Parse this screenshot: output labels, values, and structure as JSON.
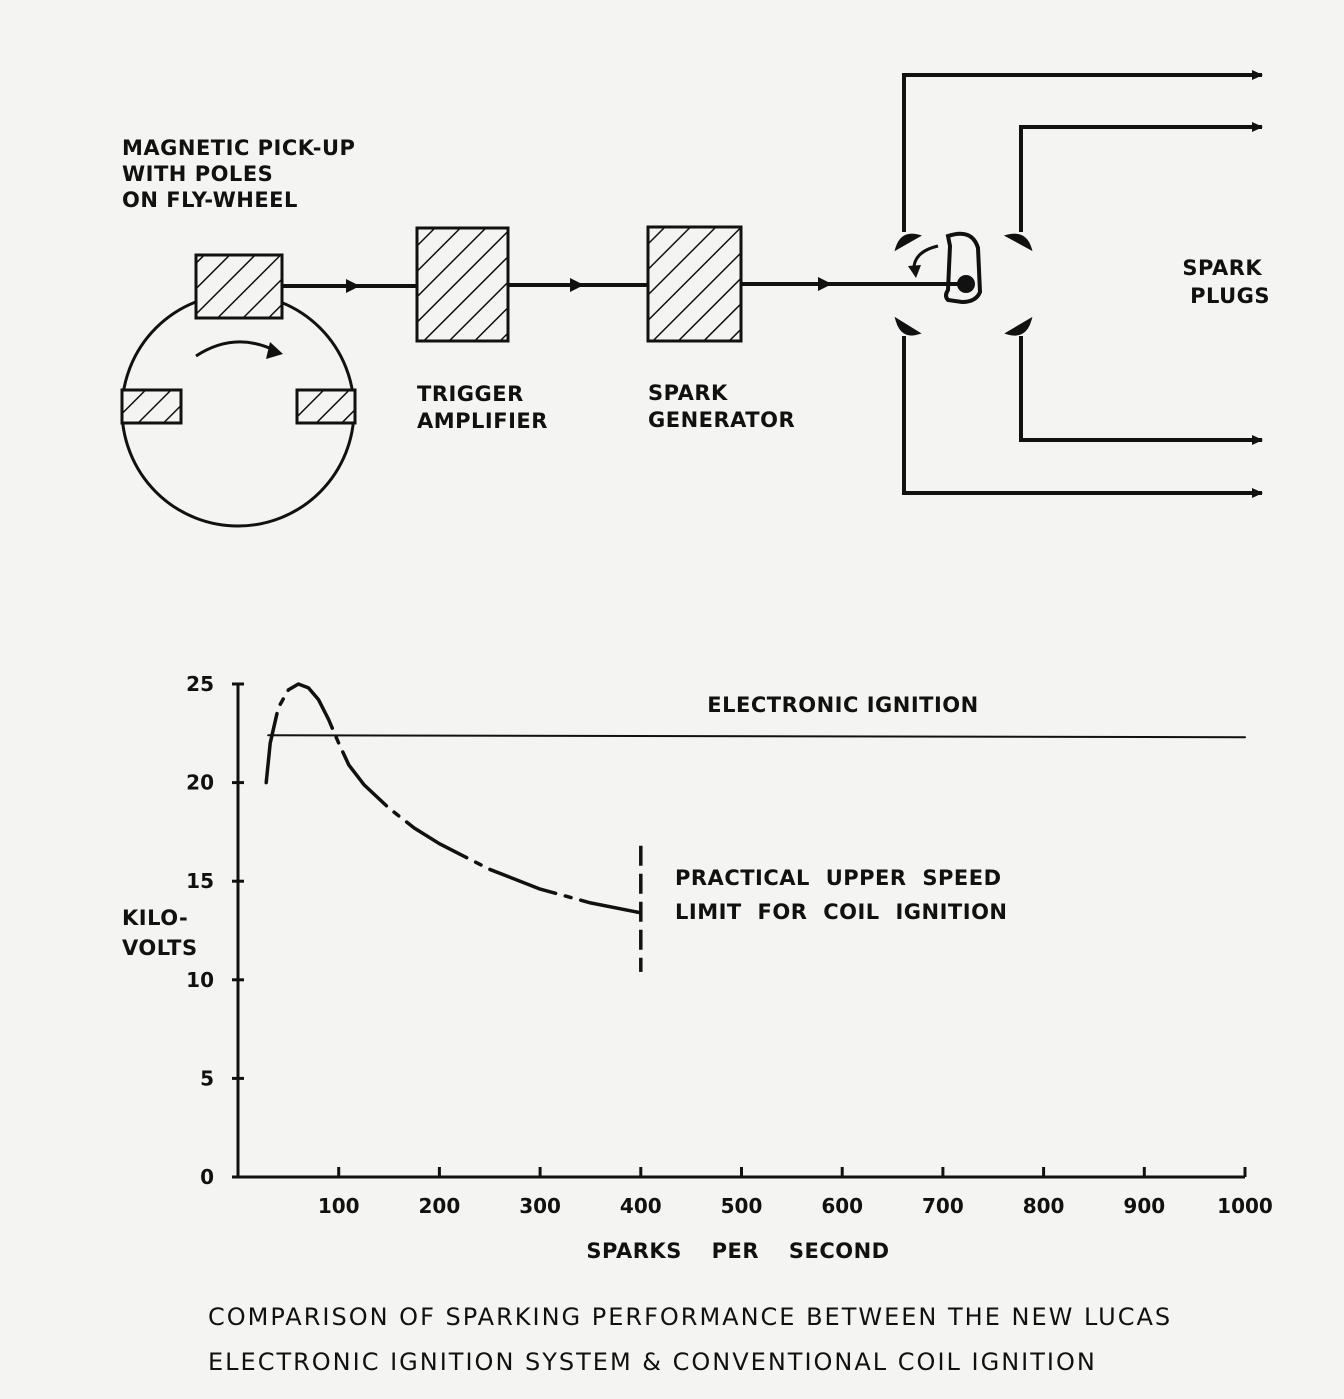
{
  "diagram": {
    "pickup_label": [
      "MAGNETIC PICK-UP",
      "WITH POLES",
      "ON FLY-WHEEL"
    ],
    "trigger_label": [
      "TRIGGER",
      "AMPLIFIER"
    ],
    "generator_label": [
      "SPARK",
      "GENERATOR"
    ],
    "plugs_label": [
      "SPARK",
      "PLUGS"
    ],
    "line_color": "#111111"
  },
  "chart_data": {
    "type": "line",
    "ylabel": [
      "KILO-",
      "VOLTS"
    ],
    "xlabel": "SPARKS PER SECOND",
    "xlim": [
      0,
      1000
    ],
    "ylim": [
      0,
      25
    ],
    "x_ticks": [
      100,
      200,
      300,
      400,
      500,
      600,
      700,
      800,
      900,
      1000
    ],
    "y_ticks": [
      0,
      5,
      10,
      15,
      20,
      25
    ],
    "series": [
      {
        "name": "ELECTRONIC IGNITION",
        "style": "solid",
        "x": [
          30,
          1000
        ],
        "y": [
          22.4,
          22.3
        ]
      },
      {
        "name": "",
        "style": "dash-dot",
        "x": [
          28,
          32,
          40,
          50,
          60,
          70,
          80,
          90,
          100,
          110,
          125,
          150,
          175,
          200,
          250,
          300,
          350,
          400
        ],
        "y": [
          20.0,
          22.0,
          23.8,
          24.7,
          25.0,
          24.8,
          24.2,
          23.2,
          22.0,
          20.9,
          19.9,
          18.7,
          17.7,
          16.9,
          15.6,
          14.6,
          13.9,
          13.4
        ]
      }
    ],
    "annotations": [
      {
        "text": "ELECTRONIC IGNITION",
        "x": 600,
        "y": 23.8
      },
      {
        "text": [
          "PRACTICAL UPPER SPEED",
          "LIMIT FOR COIL IGNITION"
        ],
        "x": 400,
        "y": 14.5
      }
    ],
    "limit_x": 400,
    "limit_y_range": [
      10.4,
      16.8
    ]
  },
  "caption": [
    "COMPARISON OF SPARKING PERFORMANCE BETWEEN THE NEW LUCAS",
    "ELECTRONIC IGNITION SYSTEM & CONVENTIONAL COIL IGNITION"
  ]
}
